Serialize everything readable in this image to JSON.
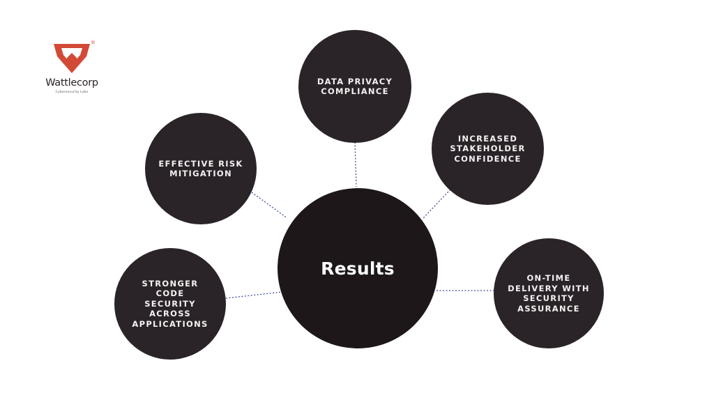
{
  "logo": {
    "name": "Wattlecorp",
    "tagline": "Cybersecurity Labs",
    "registered_mark": "®",
    "brand_color": "#d24a36"
  },
  "diagram": {
    "center": {
      "label": "Results"
    },
    "nodes": [
      {
        "id": "privacy",
        "label": "DATA PRIVACY\nCOMPLIANCE"
      },
      {
        "id": "confidence",
        "label": "INCREASED\nSTAKEHOLDER\nCONFIDENCE"
      },
      {
        "id": "risk",
        "label": "EFFECTIVE RISK\nMITIGATION"
      },
      {
        "id": "code",
        "label": "STRONGER CODE\nSECURITY\nACROSS\nAPPLICATIONS"
      },
      {
        "id": "delivery",
        "label": "ON-TIME\nDELIVERY WITH\nSECURITY\nASSURANCE"
      }
    ],
    "colors": {
      "bubble": "#2a2327",
      "center": "#1d1719",
      "connector": "#3b4a9e",
      "text": "#f4f1f2"
    }
  }
}
